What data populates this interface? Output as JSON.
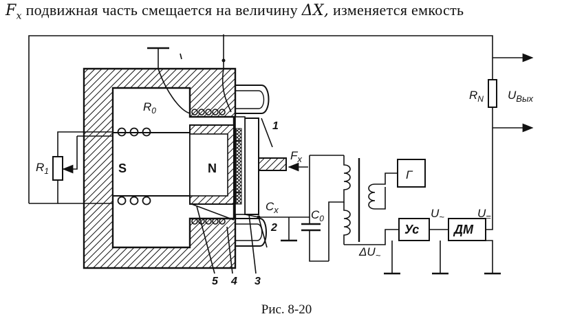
{
  "header": {
    "force_symbol": "F",
    "force_subscript": "x",
    "text_before": "подвижная часть смещается на величину",
    "delta_symbol": "ΔX,",
    "text_after": "изменяется емкость"
  },
  "labels": {
    "r0": "R",
    "r0_sub": "0",
    "s_pole": "S",
    "n_pole": "N",
    "r1": "R",
    "r1_sub": "1",
    "rn": "R",
    "rn_sub": "N",
    "uout": "U",
    "uout_sub": "Вых",
    "fx": "F",
    "fx_sub": "x",
    "cx": "C",
    "cx_sub": "x",
    "c0": "C",
    "c0_sub": "0",
    "generator": "Г",
    "amplifier": "Ус",
    "demodulator": "ДМ",
    "u_ac": "U",
    "u_ac_sub": "~",
    "u_dc": "U",
    "u_dc_sub": "=",
    "delta_u": "ΔU",
    "delta_u_sub": "~",
    "n1": "1",
    "n2": "2",
    "n3": "3",
    "n4": "4",
    "n5": "5"
  },
  "caption": "Рис. 8-20"
}
